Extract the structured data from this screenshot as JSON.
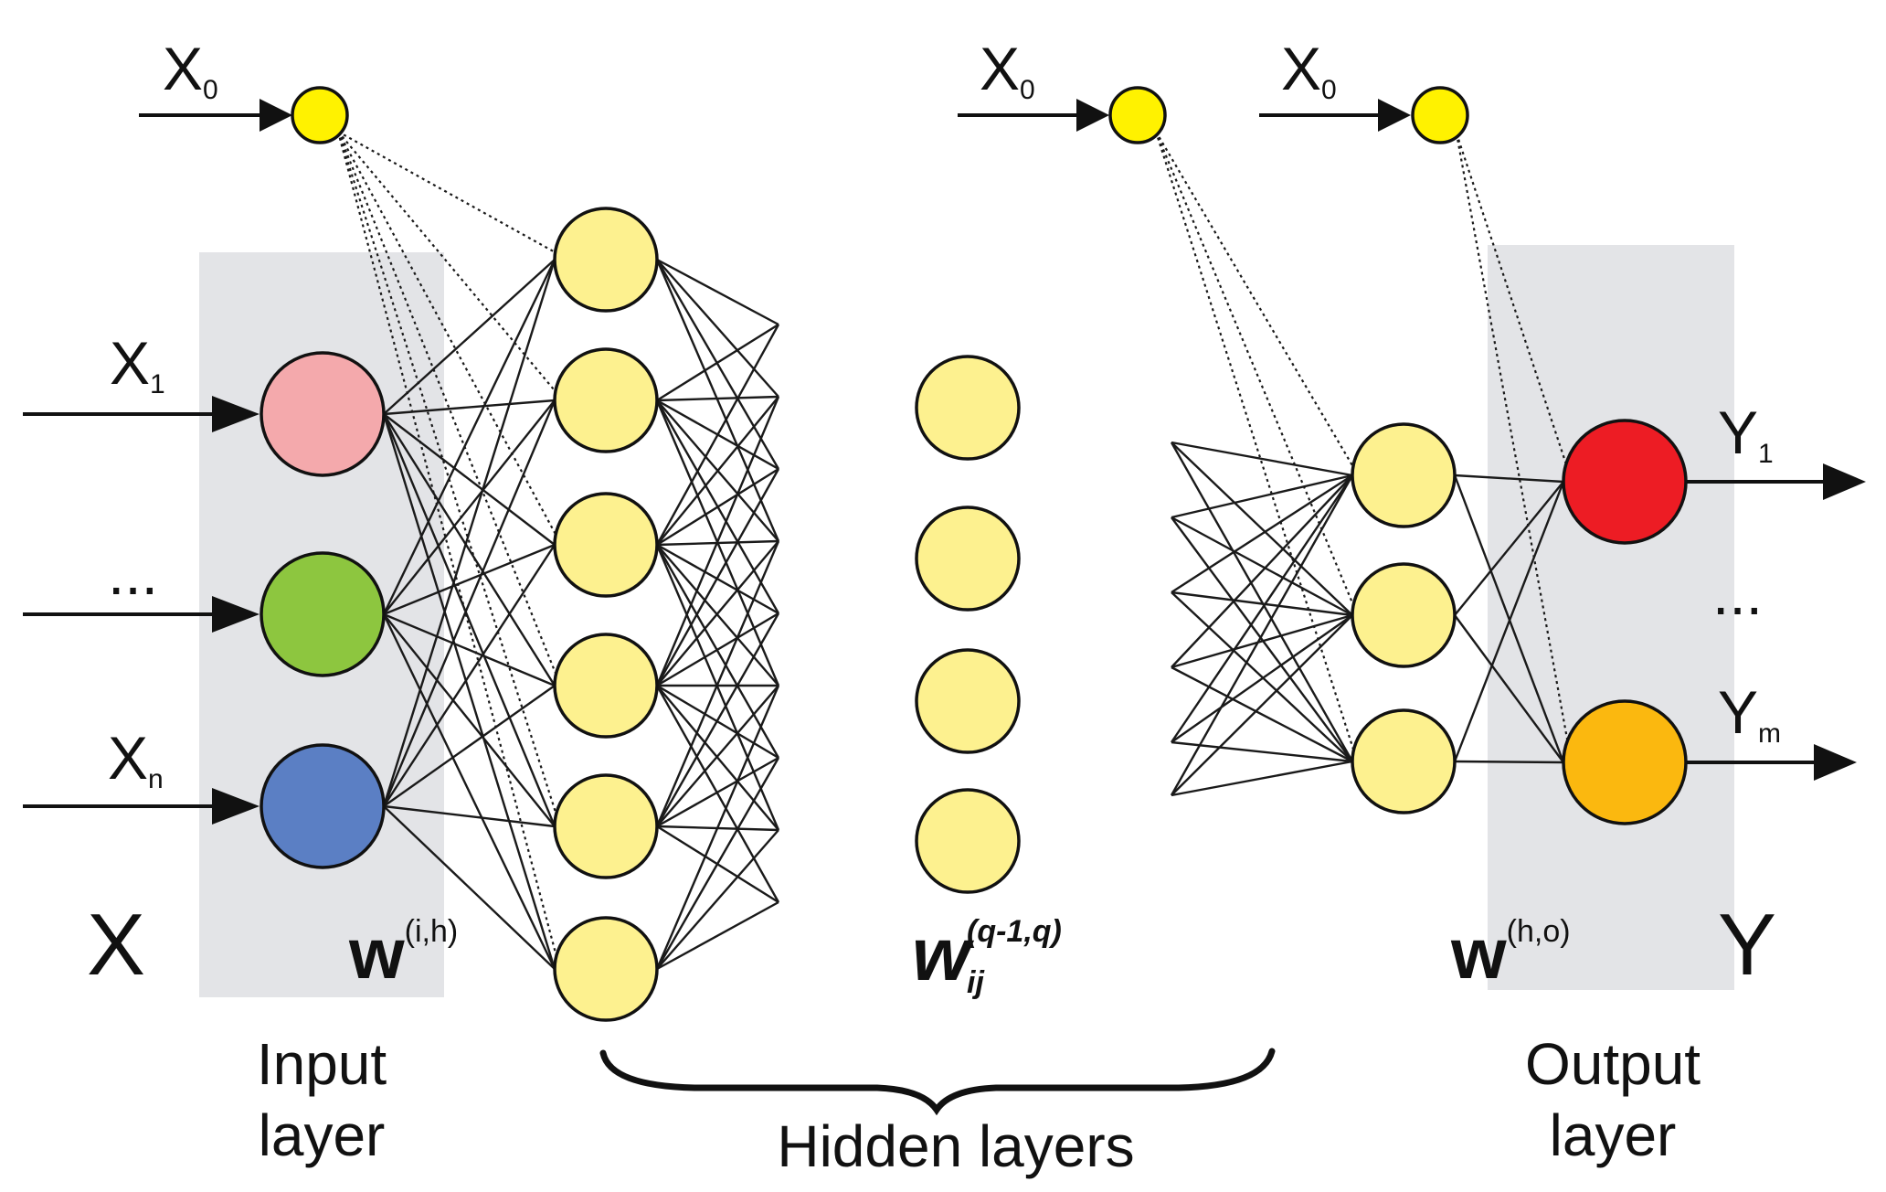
{
  "labels": {
    "bias_input": "X",
    "bias_sub": "0",
    "x1": "X",
    "x1_sub": "1",
    "xdots": "...",
    "xn": "X",
    "xn_sub": "n",
    "X": "X",
    "w_ih": "w",
    "w_ih_sup": "(i,h)",
    "w_ij": "w",
    "w_ij_sub": "ij",
    "w_ij_sup": "(q-1,q)",
    "w_ho": "w",
    "w_ho_sup": "(h,o)",
    "Y": "Y",
    "y1": "Y",
    "y1_sub": "1",
    "ydots": "...",
    "ym": "Y",
    "ym_sub": "m",
    "input_layer_1": "Input",
    "input_layer_2": "layer",
    "hidden_layers": "Hidden layers",
    "output_layer_1": "Output",
    "output_layer_2": "layer"
  },
  "colors": {
    "layer_band": "#e3e4e7",
    "neuron_hidden": "#fdf18f",
    "bias_node": "#fff200",
    "input_1": "#f4a9ac",
    "input_2": "#8dc63f",
    "input_3": "#5b7fc4",
    "output_1": "#ed1c24",
    "output_2": "#fbb80f"
  }
}
